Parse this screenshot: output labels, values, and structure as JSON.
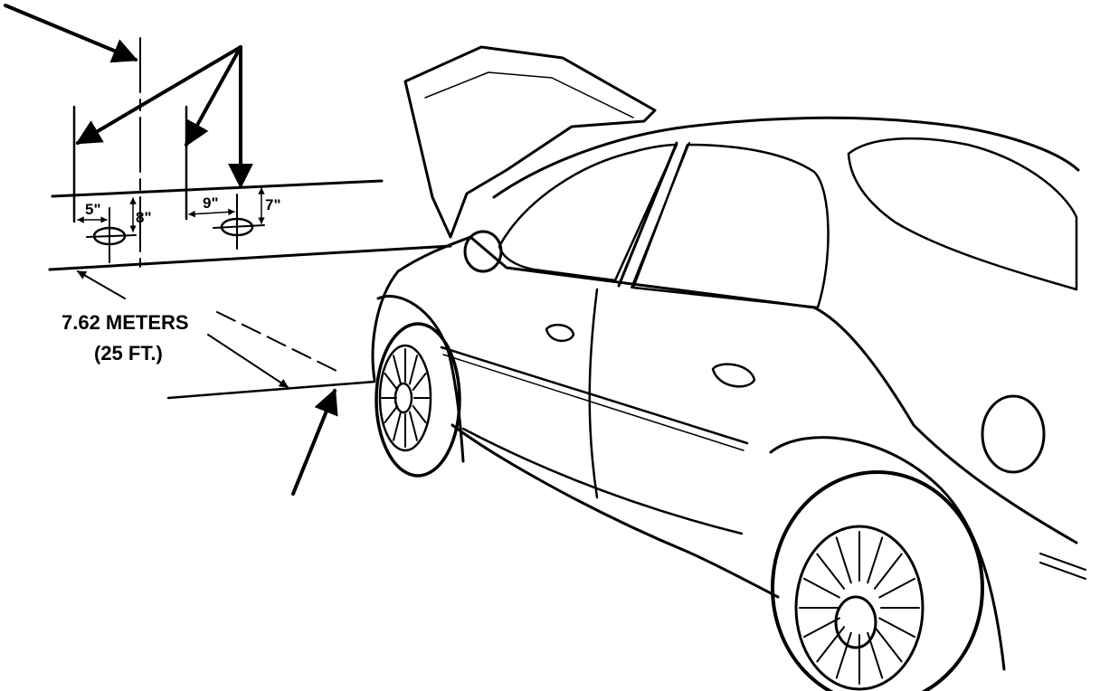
{
  "labels": {
    "distance_metric": "7.62 METERS",
    "distance_imperial": "(25 FT.)",
    "left_horizontal": "5\"",
    "left_vertical": "8\"",
    "right_horizontal": "9\"",
    "right_vertical": "7\""
  }
}
